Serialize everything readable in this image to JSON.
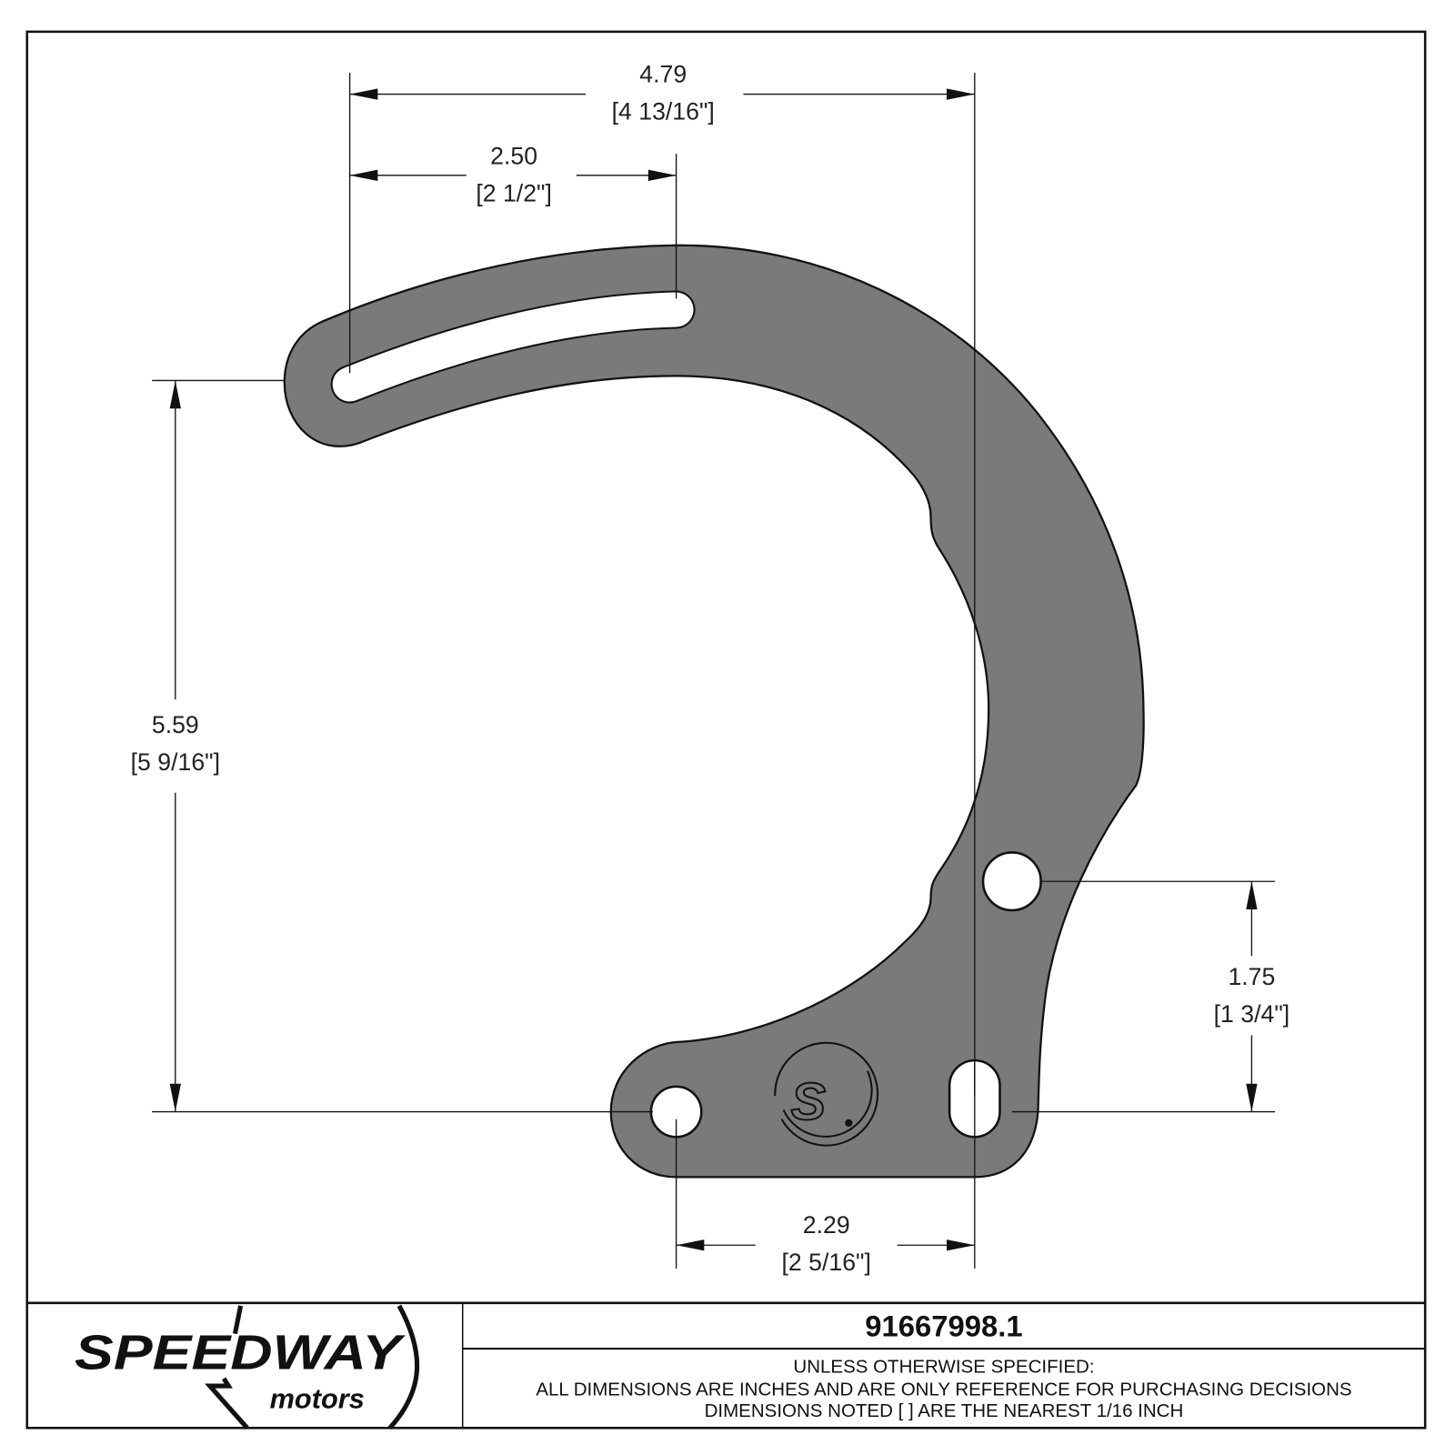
{
  "part_number": "91667998.1",
  "notes": [
    "UNLESS OTHERWISE SPECIFIED:",
    "ALL DIMENSIONS ARE INCHES AND ARE ONLY REFERENCE FOR PURCHASING DECISIONS",
    "DIMENSIONS NOTED [ ] ARE THE NEAREST 1/16 INCH"
  ],
  "logo": {
    "word1": "SPEEDWAY",
    "word2": "motors",
    "emblem": "S"
  },
  "dimensions": {
    "overall_width": {
      "decimal": "4.79",
      "fraction": "[4 13/16\"]"
    },
    "slot_length": {
      "decimal": "2.50",
      "fraction": "[2 1/2\"]"
    },
    "overall_height": {
      "decimal": "5.59",
      "fraction": "[5 9/16\"]"
    },
    "hole_vertical": {
      "decimal": "1.75",
      "fraction": "[1 3/4\"]"
    },
    "hole_spacing": {
      "decimal": "2.29",
      "fraction": "[2 5/16\"]"
    }
  },
  "colors": {
    "part_fill": "#7a7a7a",
    "line": "#111111"
  }
}
